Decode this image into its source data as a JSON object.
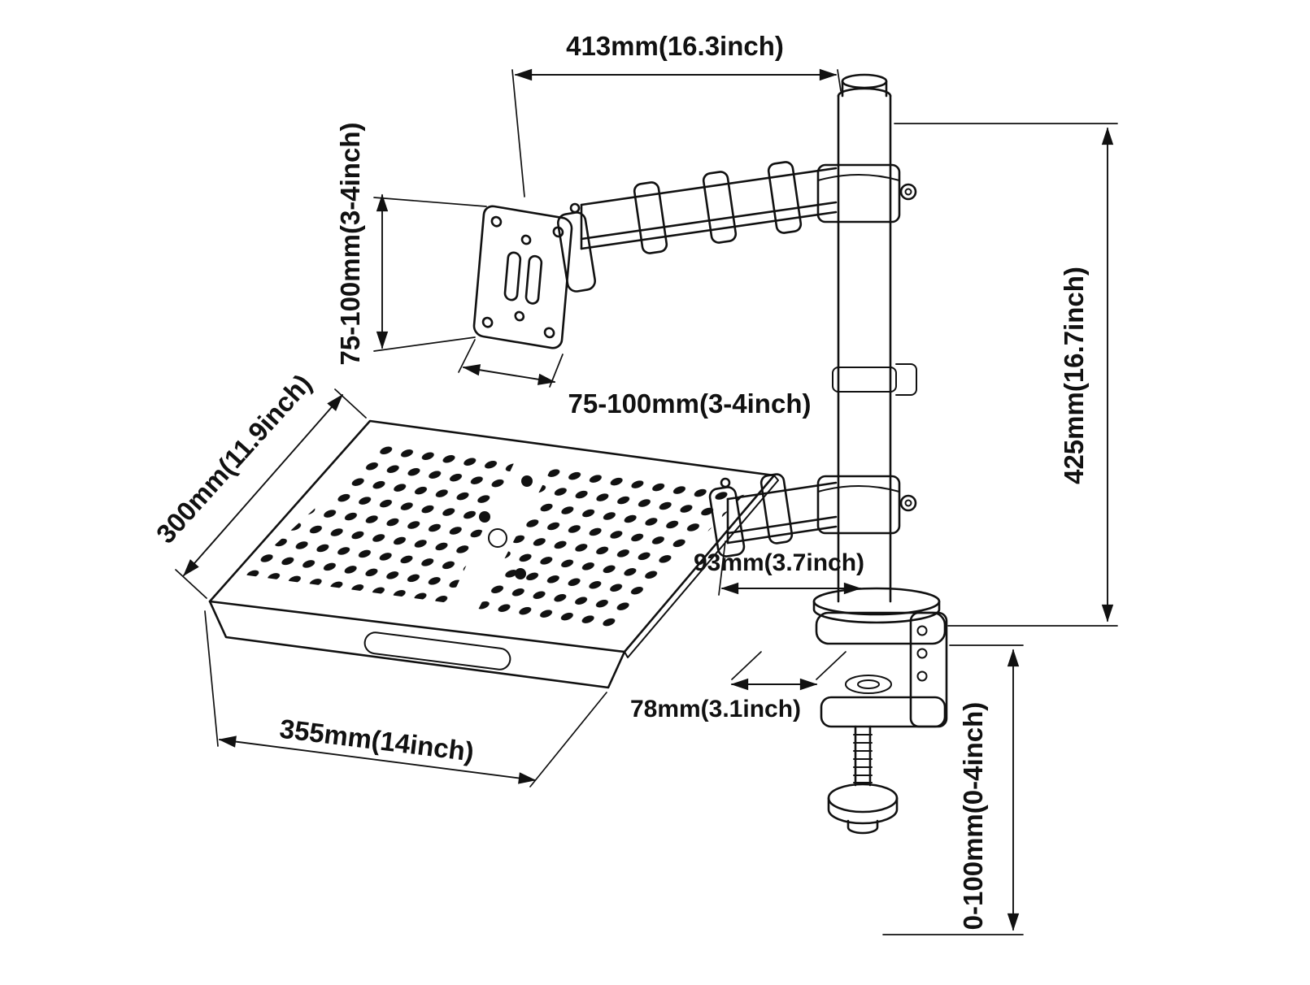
{
  "diagram": {
    "kind": "technical-dimension-drawing",
    "labels": {
      "arm_length": "413mm(16.3inch)",
      "vesa_height": "75-100mm(3-4inch)",
      "vesa_width": "75-100mm(3-4inch)",
      "tray_depth": "300mm(11.9inch)",
      "tray_width": "355mm(14inch)",
      "arm_offset": "93mm(3.7inch)",
      "clamp_depth": "78mm(3.1inch)",
      "pole_height": "425mm(16.7inch)",
      "clamp_range": "0-100mm(0-4inch)"
    },
    "colors": {
      "line": "#111111",
      "background": "#ffffff"
    }
  }
}
